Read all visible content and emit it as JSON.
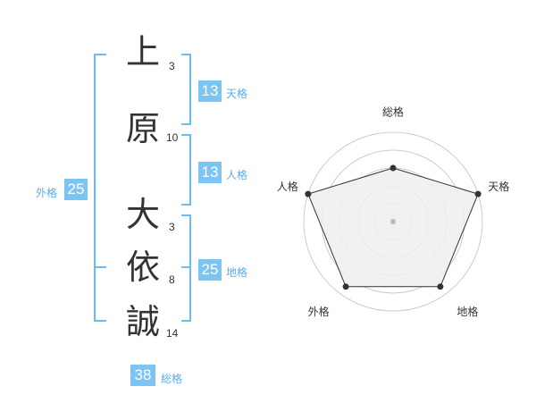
{
  "name": {
    "chars": [
      {
        "char": "上",
        "strokes": "3"
      },
      {
        "char": "原",
        "strokes": "10"
      },
      {
        "char": "大",
        "strokes": "3"
      },
      {
        "char": "依",
        "strokes": "8"
      },
      {
        "char": "誠",
        "strokes": "14"
      }
    ]
  },
  "fortunes": {
    "tenkaku": {
      "value": "13",
      "label": "天格"
    },
    "jinkaku": {
      "value": "13",
      "label": "人格"
    },
    "chikaku": {
      "value": "25",
      "label": "地格"
    },
    "gaikaku": {
      "value": "25",
      "label": "外格"
    },
    "soukaku": {
      "value": "38",
      "label": "総格"
    }
  },
  "chart_data": {
    "type": "radar",
    "axes": [
      "総格",
      "天格",
      "地格",
      "外格",
      "人格"
    ],
    "values": [
      0.6,
      1.0,
      0.9,
      0.9,
      1.0
    ],
    "colors": {
      "fill": "#efefef",
      "line": "#333333",
      "rings": "#cccccc"
    }
  },
  "colors": {
    "accent": "#7cc4f3",
    "label": "#5aaee6"
  }
}
